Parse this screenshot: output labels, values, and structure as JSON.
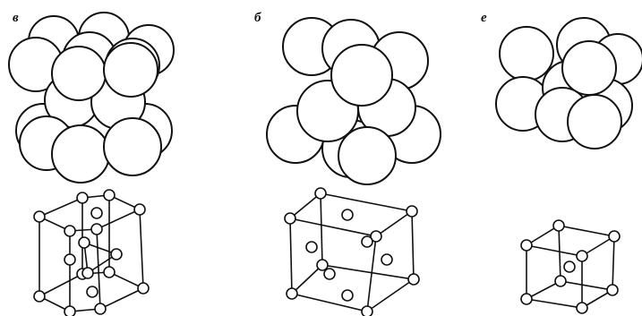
{
  "figure": {
    "panels": [
      {
        "id": "hcp",
        "label": "в"
      },
      {
        "id": "fcc",
        "label": "б"
      },
      {
        "id": "bcc",
        "label": "е"
      }
    ]
  }
}
